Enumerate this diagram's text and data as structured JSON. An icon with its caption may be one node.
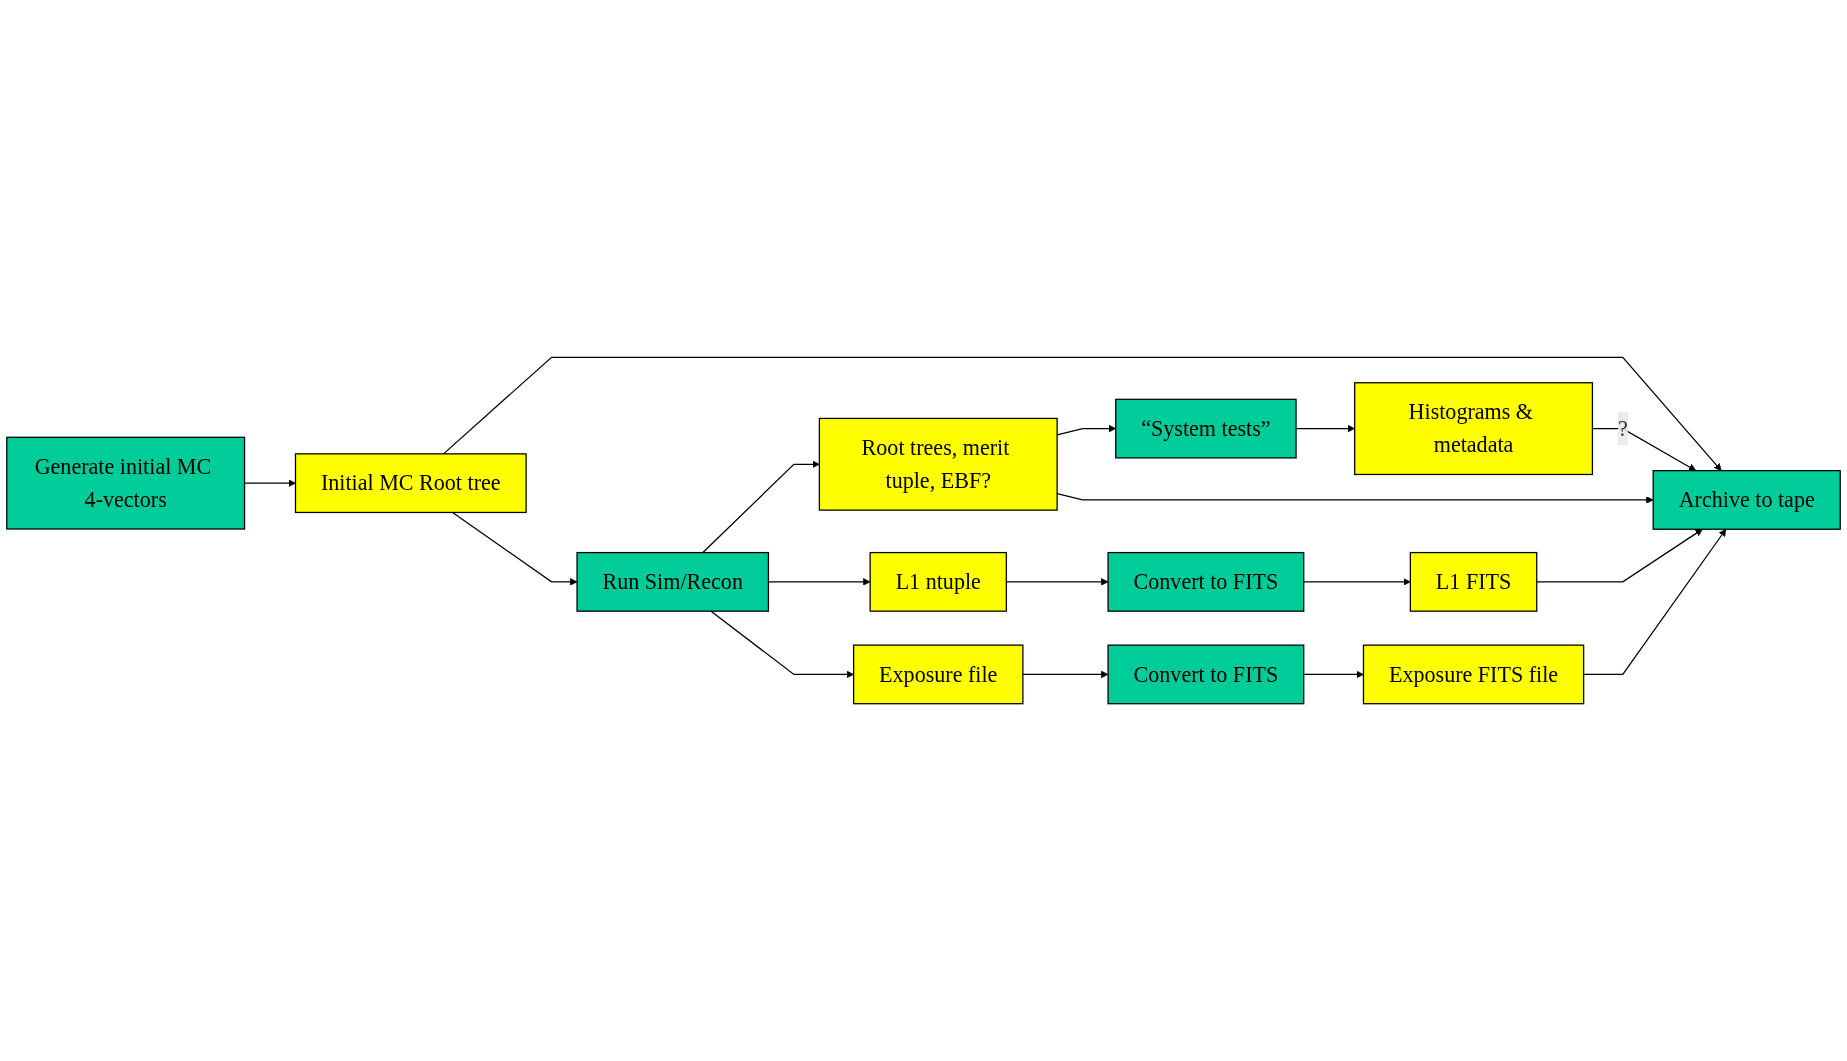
{
  "diagram": {
    "nodes": [
      {
        "text": [
          "Generate initial MC 4-vectors"
        ]
      },
      {
        "text": [
          "“System tests”"
        ]
      },
      {
        "text": [
          "Histograms & metadata"
        ]
      },
      {
        "text": [
          "Initial MC Root tree"
        ]
      },
      {
        "text": [
          "Root trees, merit tuple, EBF?"
        ]
      },
      {
        "text": [
          "Run Sim/Recon"
        ]
      },
      {
        "text": [
          "L1 ntuple"
        ]
      },
      {
        "text": [
          "Convert to FITS"
        ]
      },
      {
        "text": [
          "L1 FITS"
        ]
      },
      {
        "text": [
          "Archive to tape"
        ]
      },
      {
        "text": [
          "Exposure file"
        ]
      },
      {
        "text": [
          "Convert to FITS"
        ]
      },
      {
        "text": [
          "Exposure FITS file"
        ]
      }
    ],
    "edges": [
      {
        "from": 0,
        "to": 3,
        "arrow": "to"
      },
      {
        "from": 3,
        "to": 5,
        "arrow": "to"
      },
      {
        "from": 3,
        "to": 9,
        "arrow": "to"
      },
      {
        "from": 5,
        "to": 4,
        "arrow": "to"
      },
      {
        "from": 5,
        "to": 6,
        "arrow": "to"
      },
      {
        "from": 5,
        "to": 10,
        "arrow": "to"
      },
      {
        "from": 4,
        "to": 1,
        "arrow": "to"
      },
      {
        "from": 1,
        "to": 2,
        "arrow": "to"
      },
      {
        "from": 2,
        "to": 9,
        "arrow": "to",
        "label": "?"
      },
      {
        "from": 4,
        "to": 9,
        "arrow": "to"
      },
      {
        "from": 6,
        "to": 7,
        "arrow": "to"
      },
      {
        "from": 7,
        "to": 8,
        "arrow": "to"
      },
      {
        "from": 8,
        "to": 9,
        "arrow": "to"
      },
      {
        "from": 10,
        "to": 11,
        "arrow": "to"
      },
      {
        "from": 11,
        "to": 12,
        "arrow": "to"
      },
      {
        "from": 12,
        "to": 9,
        "arrow": "to"
      }
    ]
  }
}
